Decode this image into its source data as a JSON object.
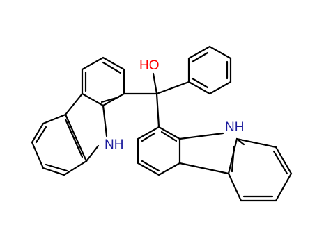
{
  "structure": {
    "labels": {
      "hydroxyl": "HO",
      "nh_left": "NH",
      "nh_right": "NH"
    },
    "colors": {
      "bond": "#000000",
      "oxygen": "#ff0000",
      "nitrogen": "#1a1a9c",
      "hydrogen": "#1a1a9c"
    }
  }
}
